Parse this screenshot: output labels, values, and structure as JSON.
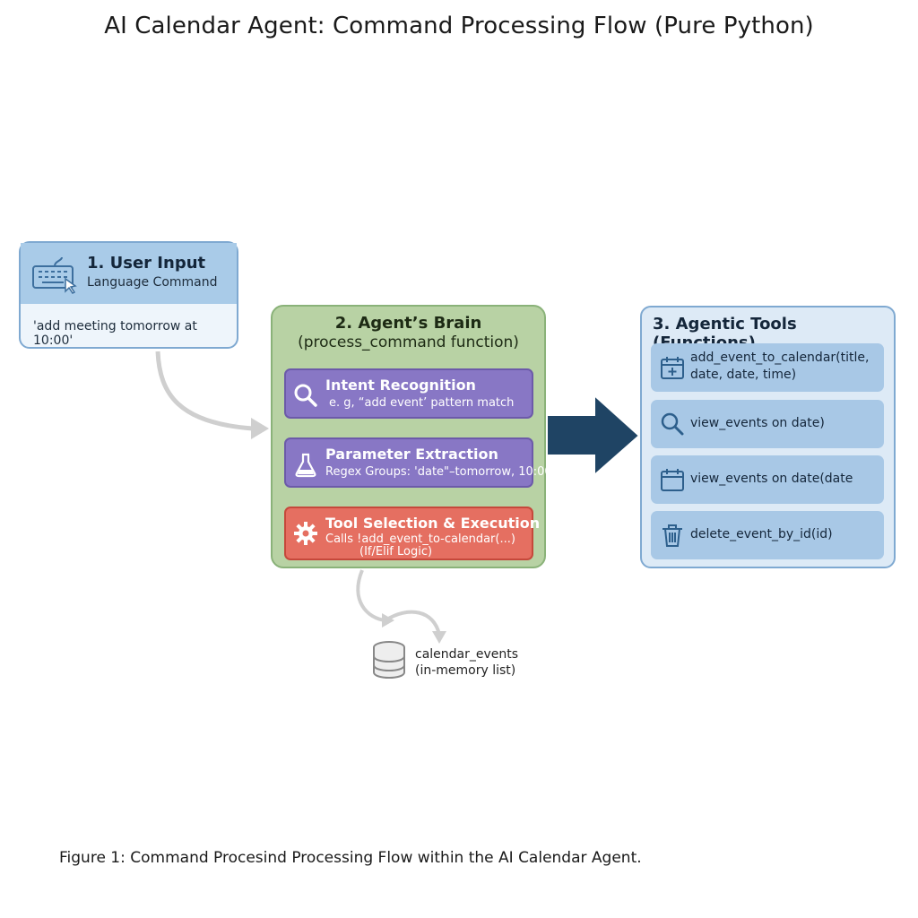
{
  "title": "AI Calendar Agent: Command Processing Flow (Pure Python)",
  "user_input": {
    "title": "1. User Input",
    "subtitle": "Language Command",
    "example": "'add meeting tomorrow at 10:00'"
  },
  "brain": {
    "title": "2. Agent’s Brain",
    "subtitle": "(process_command function)",
    "steps": [
      {
        "title": "Intent Recognition",
        "desc": "e. g, “add event’ pattern match",
        "icon": "search-icon"
      },
      {
        "title": "Parameter Extraction",
        "desc": "Regex Groups: 'date\"–tomorrow, 10:00",
        "icon": "flask-icon"
      },
      {
        "title": "Tool Selection & Execution",
        "desc": "Calls !add_event_to-calendar(...)",
        "desc2": "(If/Elif Logic)",
        "icon": "gear-icon"
      }
    ]
  },
  "tools": {
    "title": "3. Agentic Tools (Functions)",
    "items": [
      {
        "line1": "add_event_to_calendar(title,",
        "line2": "date, date, time)",
        "icon": "calendar-plus-icon"
      },
      {
        "line1": "view_events on date)",
        "icon": "search-icon"
      },
      {
        "line1": "view_events on date(date",
        "icon": "calendar-icon"
      },
      {
        "line1": "delete_event_by_id(id)",
        "icon": "trash-icon"
      }
    ]
  },
  "storage": {
    "line1": "calendar_events",
    "line2": "(in-memory list)",
    "icon": "database-icon"
  },
  "caption": "Figure 1: Command Procesind Processing Flow within  the AI Calendar Agent.",
  "colors": {
    "blue_box": "#a9cbe8",
    "green_box": "#b8d2a4",
    "purple_step": "#8877c5",
    "red_step": "#e56f61",
    "arrow_dark": "#1f4464"
  }
}
